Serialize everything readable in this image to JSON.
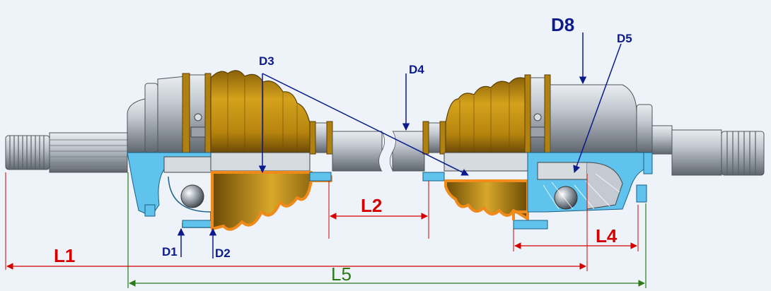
{
  "labels": {
    "d1": "D1",
    "d2": "D2",
    "d3": "D3",
    "d4": "D4",
    "d5": "D5",
    "d8": "D8",
    "l1": "L1",
    "l2": "L2",
    "l4": "L4",
    "l5": "L5"
  },
  "colors": {
    "background": "#eef3fa",
    "metal": "#b8bec6",
    "metal_dark": "#6f767e",
    "boot": "#b8860b",
    "boot_dark": "#6b4a06",
    "cutaway": "#5fc3ee",
    "seal": "#f08a1a",
    "leader_blue": "#0b1a8c",
    "dimension_red": "#d40000",
    "dimension_green": "#2b7a1a"
  }
}
